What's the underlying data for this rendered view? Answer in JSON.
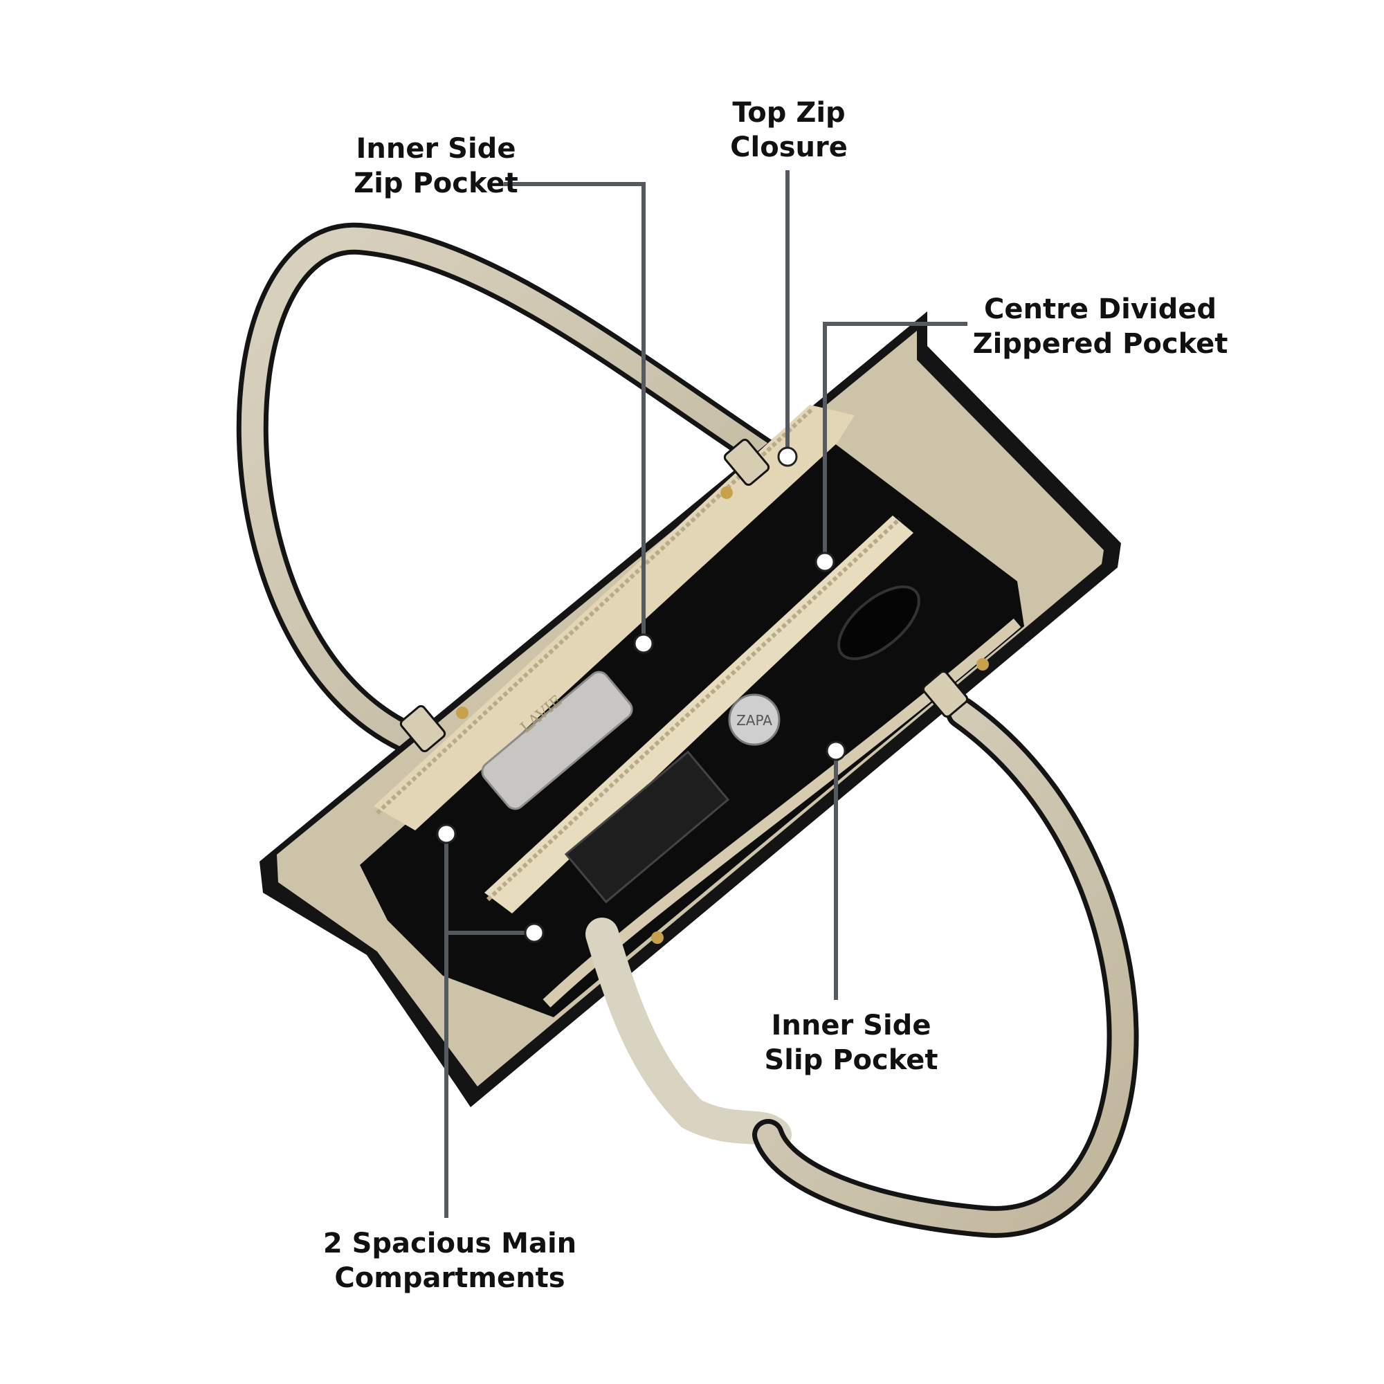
{
  "callouts": {
    "inner_zip_pocket": {
      "line1": "Inner Side",
      "line2": "Zip Pocket"
    },
    "top_zip_closure": {
      "line1": "Top Zip",
      "line2": "Closure"
    },
    "centre_divided": {
      "line1": "Centre Divided",
      "line2": "Zippered Pocket"
    },
    "inner_slip_pocket": {
      "line1": "Inner Side",
      "line2": "Slip Pocket"
    },
    "main_compartments": {
      "line1": "2 Spacious Main",
      "line2": "Compartments"
    }
  },
  "bag_print": {
    "brand_lining": "LAVIE",
    "bottle_brand": "ZAPA"
  },
  "colors": {
    "leader_line": "#555a60",
    "bag_beige": "#cfc6ad",
    "bag_trim": "#141414",
    "lining": "#e3d7b8",
    "callout_text": "#111111"
  }
}
